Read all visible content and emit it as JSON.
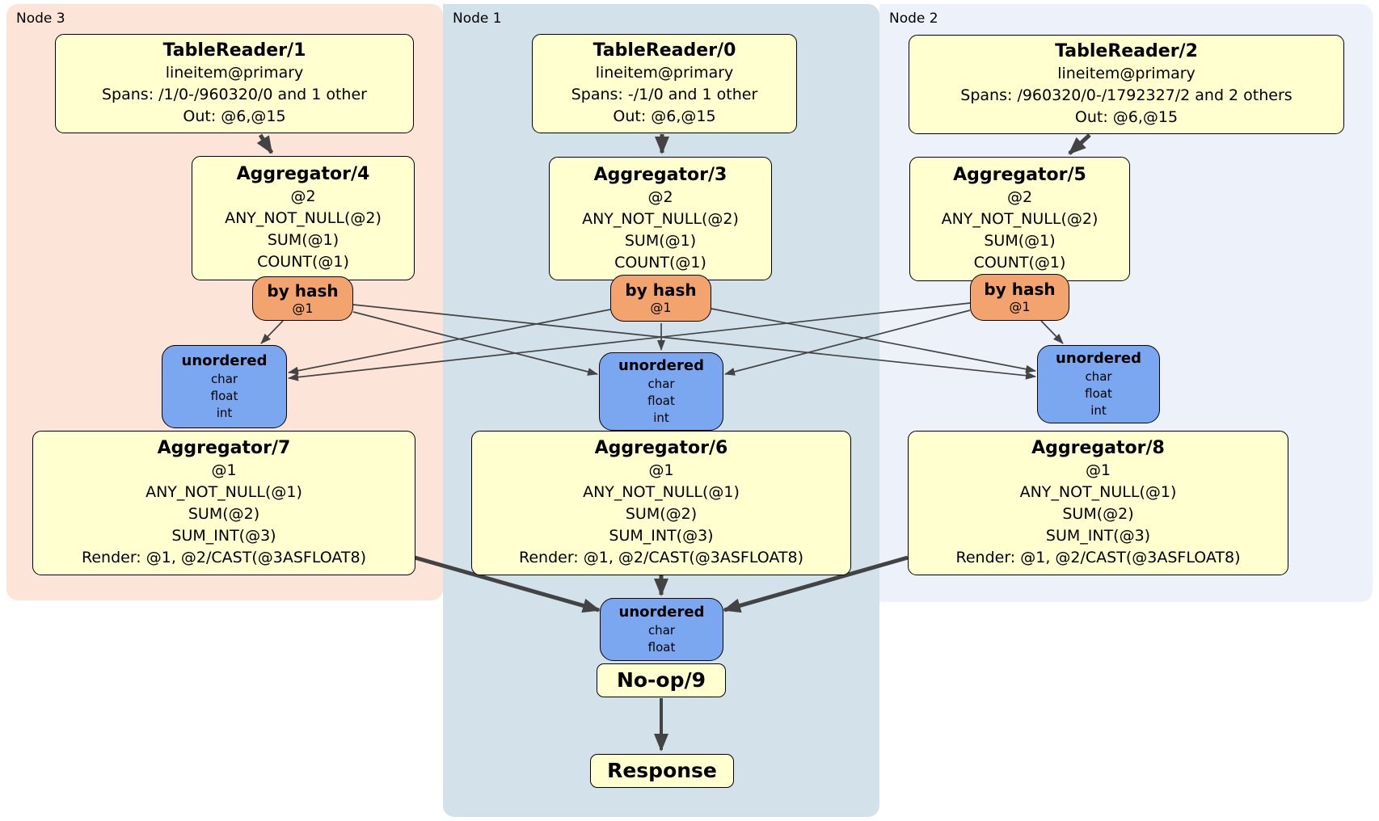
{
  "regions": [
    {
      "label": "Node 3"
    },
    {
      "label": "Node 1"
    },
    {
      "label": "Node 2"
    }
  ],
  "boxes": {
    "tr1": {
      "title": "TableReader/1",
      "lines": [
        "lineitem@primary",
        "Spans: /1/0-/960320/0 and 1 other",
        "Out: @6,@15"
      ]
    },
    "tr0": {
      "title": "TableReader/0",
      "lines": [
        "lineitem@primary",
        "Spans: -/1/0 and 1 other",
        "Out: @6,@15"
      ]
    },
    "tr2": {
      "title": "TableReader/2",
      "lines": [
        "lineitem@primary",
        "Spans: /960320/0-/1792327/2 and 2 others",
        "Out: @6,@15"
      ]
    },
    "agg4": {
      "title": "Aggregator/4",
      "lines": [
        "@2",
        "ANY_NOT_NULL(@2)",
        "SUM(@1)",
        "COUNT(@1)"
      ]
    },
    "agg3": {
      "title": "Aggregator/3",
      "lines": [
        "@2",
        "ANY_NOT_NULL(@2)",
        "SUM(@1)",
        "COUNT(@1)"
      ]
    },
    "agg5": {
      "title": "Aggregator/5",
      "lines": [
        "@2",
        "ANY_NOT_NULL(@2)",
        "SUM(@1)",
        "COUNT(@1)"
      ]
    },
    "hash3": {
      "title": "by hash",
      "lines": [
        "@1"
      ]
    },
    "hash1": {
      "title": "by hash",
      "lines": [
        "@1"
      ]
    },
    "hash2": {
      "title": "by hash",
      "lines": [
        "@1"
      ]
    },
    "un3": {
      "title": "unordered",
      "lines": [
        "char",
        "float",
        "int"
      ]
    },
    "un1": {
      "title": "unordered",
      "lines": [
        "char",
        "float",
        "int"
      ]
    },
    "un2": {
      "title": "unordered",
      "lines": [
        "char",
        "float",
        "int"
      ]
    },
    "agg7": {
      "title": "Aggregator/7",
      "lines": [
        "@1",
        "ANY_NOT_NULL(@1)",
        "SUM(@2)",
        "SUM_INT(@3)",
        "Render: @1, @2/CAST(@3ASFLOAT8)"
      ]
    },
    "agg6": {
      "title": "Aggregator/6",
      "lines": [
        "@1",
        "ANY_NOT_NULL(@1)",
        "SUM(@2)",
        "SUM_INT(@3)",
        "Render: @1, @2/CAST(@3ASFLOAT8)"
      ]
    },
    "agg8": {
      "title": "Aggregator/8",
      "lines": [
        "@1",
        "ANY_NOT_NULL(@1)",
        "SUM(@2)",
        "SUM_INT(@3)",
        "Render: @1, @2/CAST(@3ASFLOAT8)"
      ]
    },
    "unbottom": {
      "title": "unordered",
      "lines": [
        "char",
        "float"
      ]
    },
    "noop": {
      "title": "No-op/9"
    },
    "response": {
      "title": "Response"
    }
  },
  "colors": {
    "node3_bg": "#fce4d9",
    "node1_bg": "#d3e1ea",
    "node2_bg": "#ecf1fa",
    "processor_bg": "#ffffcf",
    "router_bg": "#f3a36e",
    "sync_bg": "#7aa7f0",
    "border": "#000000",
    "edge": "#434343"
  }
}
